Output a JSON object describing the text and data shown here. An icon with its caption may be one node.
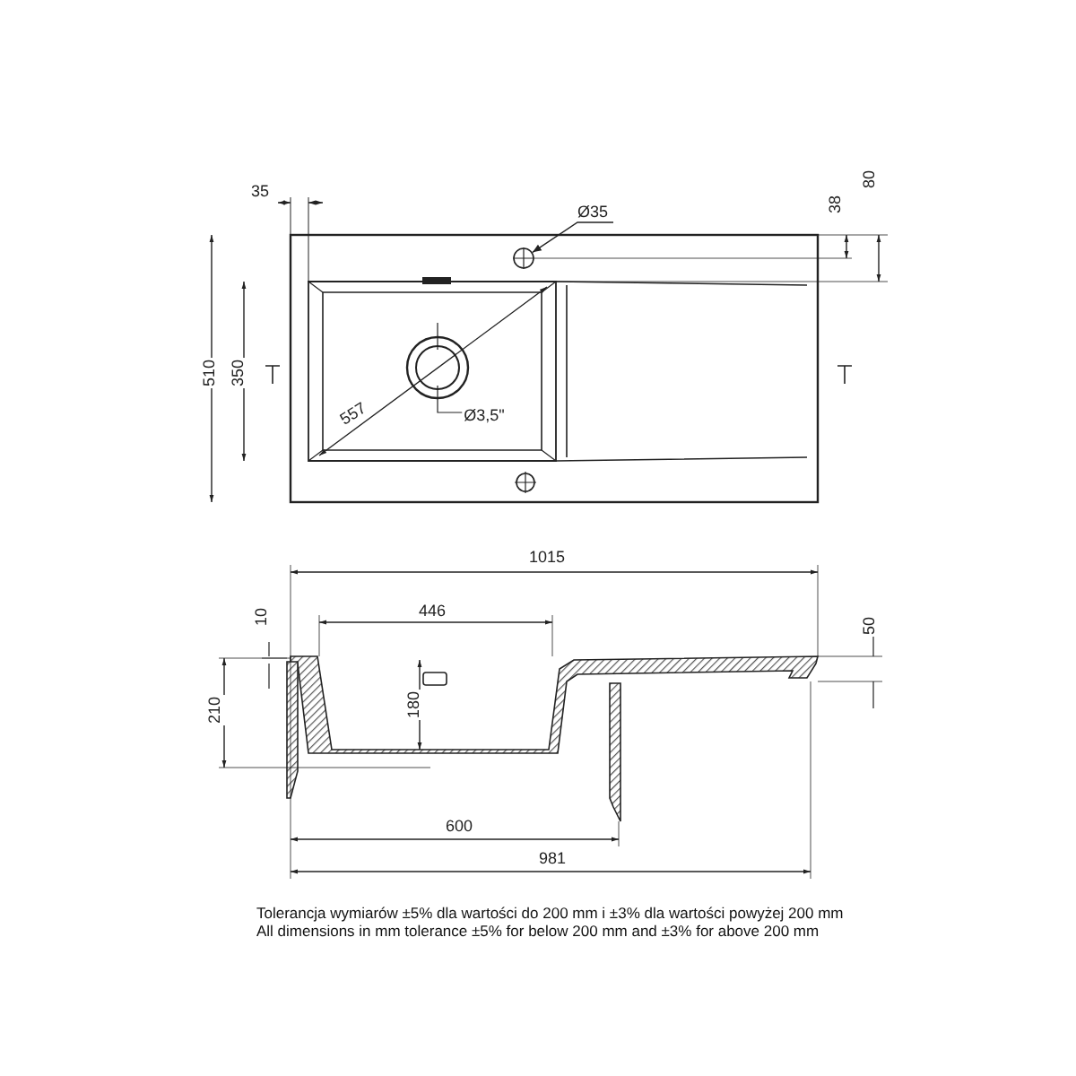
{
  "diagram": {
    "nodes": [
      {
        "text": [
          "Ø35"
        ]
      },
      {
        "text": [],
        "shape": "circle"
      }
    ],
    "edges": [
      {
        "from": 0,
        "to": 1,
        "arrow": "to"
      }
    ],
    "labels": [
      "35",
      "80",
      "38",
      "510",
      "350",
      "557",
      "Ø3,5\"",
      "1015",
      "446",
      "10",
      "50",
      "210",
      "180",
      "600",
      "981",
      "Tolerancja wymiarów ±5% dla wartości do 200 mm i ±3% dla wartości powyżej 200 mm",
      "All dimensions in mm tolerance ±5% for below 200 mm and ±3% for above 200 mm"
    ]
  }
}
